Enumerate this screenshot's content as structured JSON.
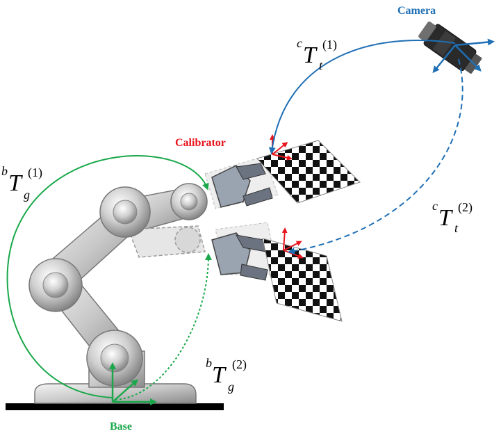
{
  "labels": {
    "camera": "Camera",
    "calibrator": "Calibrator",
    "base": "Base"
  },
  "transforms": {
    "ct1": {
      "sup": "c",
      "main": "T",
      "sub": "t",
      "idx": "(1)"
    },
    "ct2": {
      "sup": "c",
      "main": "T",
      "sub": "t",
      "idx": "(2)"
    },
    "bt1": {
      "sup": "b",
      "main": "T",
      "sub": "g",
      "idx": "(1)"
    },
    "bt2": {
      "sup": "b",
      "main": "T",
      "sub": "g",
      "idx": "(2)"
    }
  },
  "colors": {
    "camera": "#1f6fb5",
    "calibrator": "#e8141c",
    "base": "#1aa84a",
    "robot": "#c9c9c9",
    "robot_dark": "#8f8f8f",
    "board_dark": "#111111"
  },
  "icons": {
    "camera": "camera-icon",
    "robot": "robot-arm-icon",
    "board": "checkerboard-icon"
  }
}
